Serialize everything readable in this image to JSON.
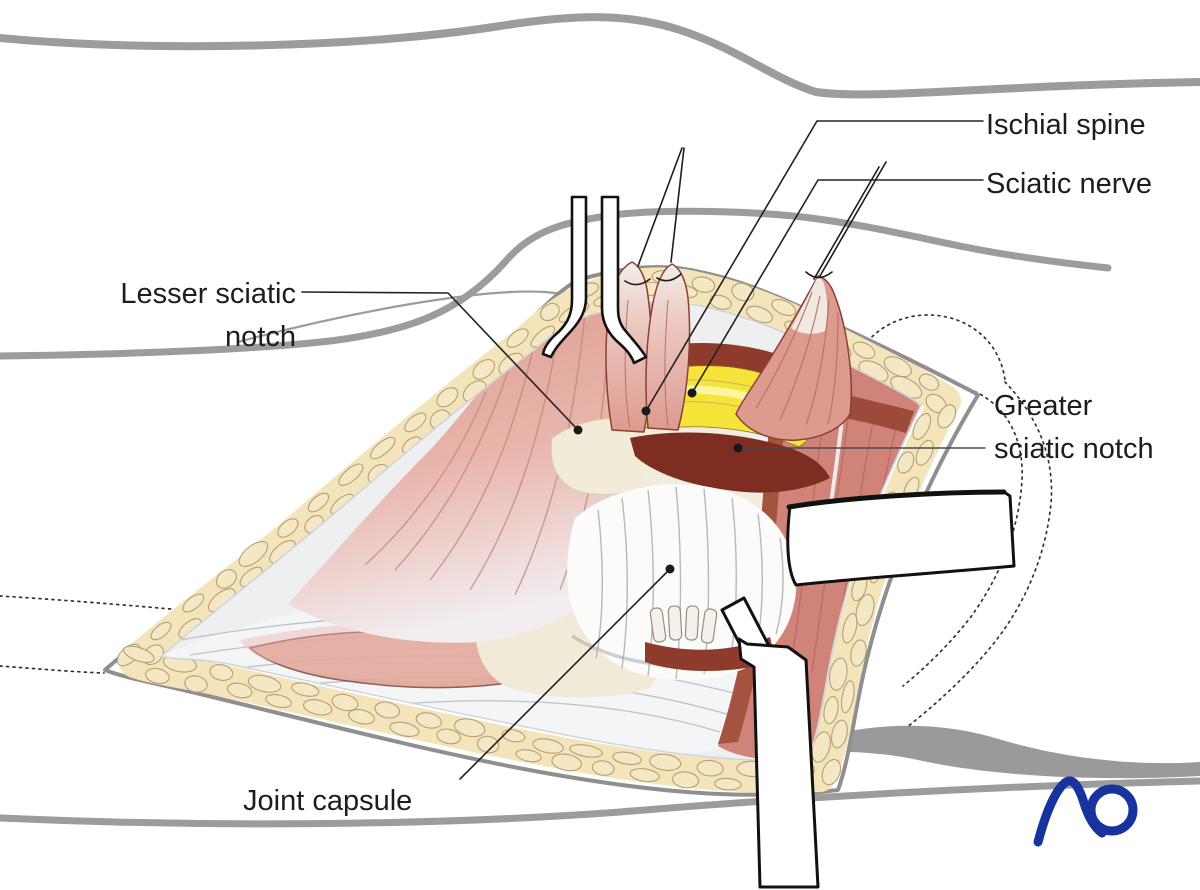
{
  "figure": {
    "type": "surgical-anatomy-illustration",
    "labels": {
      "ischial_spine": "Ischial spine",
      "sciatic_nerve": "Sciatic nerve",
      "lesser_sciatic_line1": "Lesser sciatic",
      "lesser_sciatic_line2": "notch",
      "greater_sciatic_line1": "Greater",
      "greater_sciatic_line2": "sciatic notch",
      "joint_capsule": "Joint capsule"
    },
    "logo": {
      "text": "AO",
      "color": "#16339e"
    },
    "colors": {
      "skin_line": "#9c9c9c",
      "leader_line": "#222222",
      "nerve_yellow": "#f7e438",
      "muscle_pink": "#dd9a8f",
      "deep_muscle_red": "#8e3b2c",
      "fat_cream": "#f3e4ba",
      "fat_outline": "#b49b72",
      "bone_cream": "#f2ebd8",
      "capsule_white": "#fbfbfa",
      "retractor_outline": "#111111"
    }
  }
}
